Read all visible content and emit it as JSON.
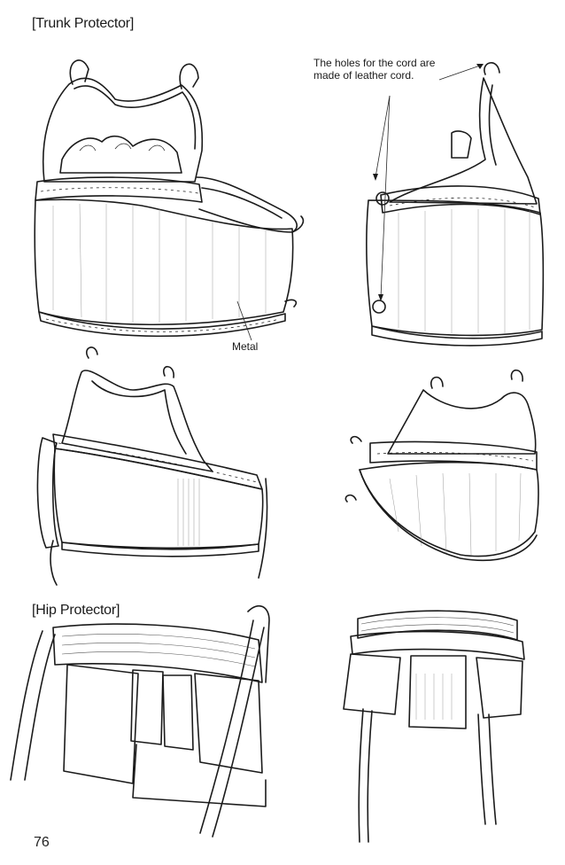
{
  "sections": {
    "trunk_title": "[Trunk Protector]",
    "hip_title": "[Hip Protector]"
  },
  "annotations": {
    "cord_note_line1": "The holes for the cord are",
    "cord_note_line2": "made of leather cord.",
    "metal_label": "Metal"
  },
  "page_number": "76"
}
